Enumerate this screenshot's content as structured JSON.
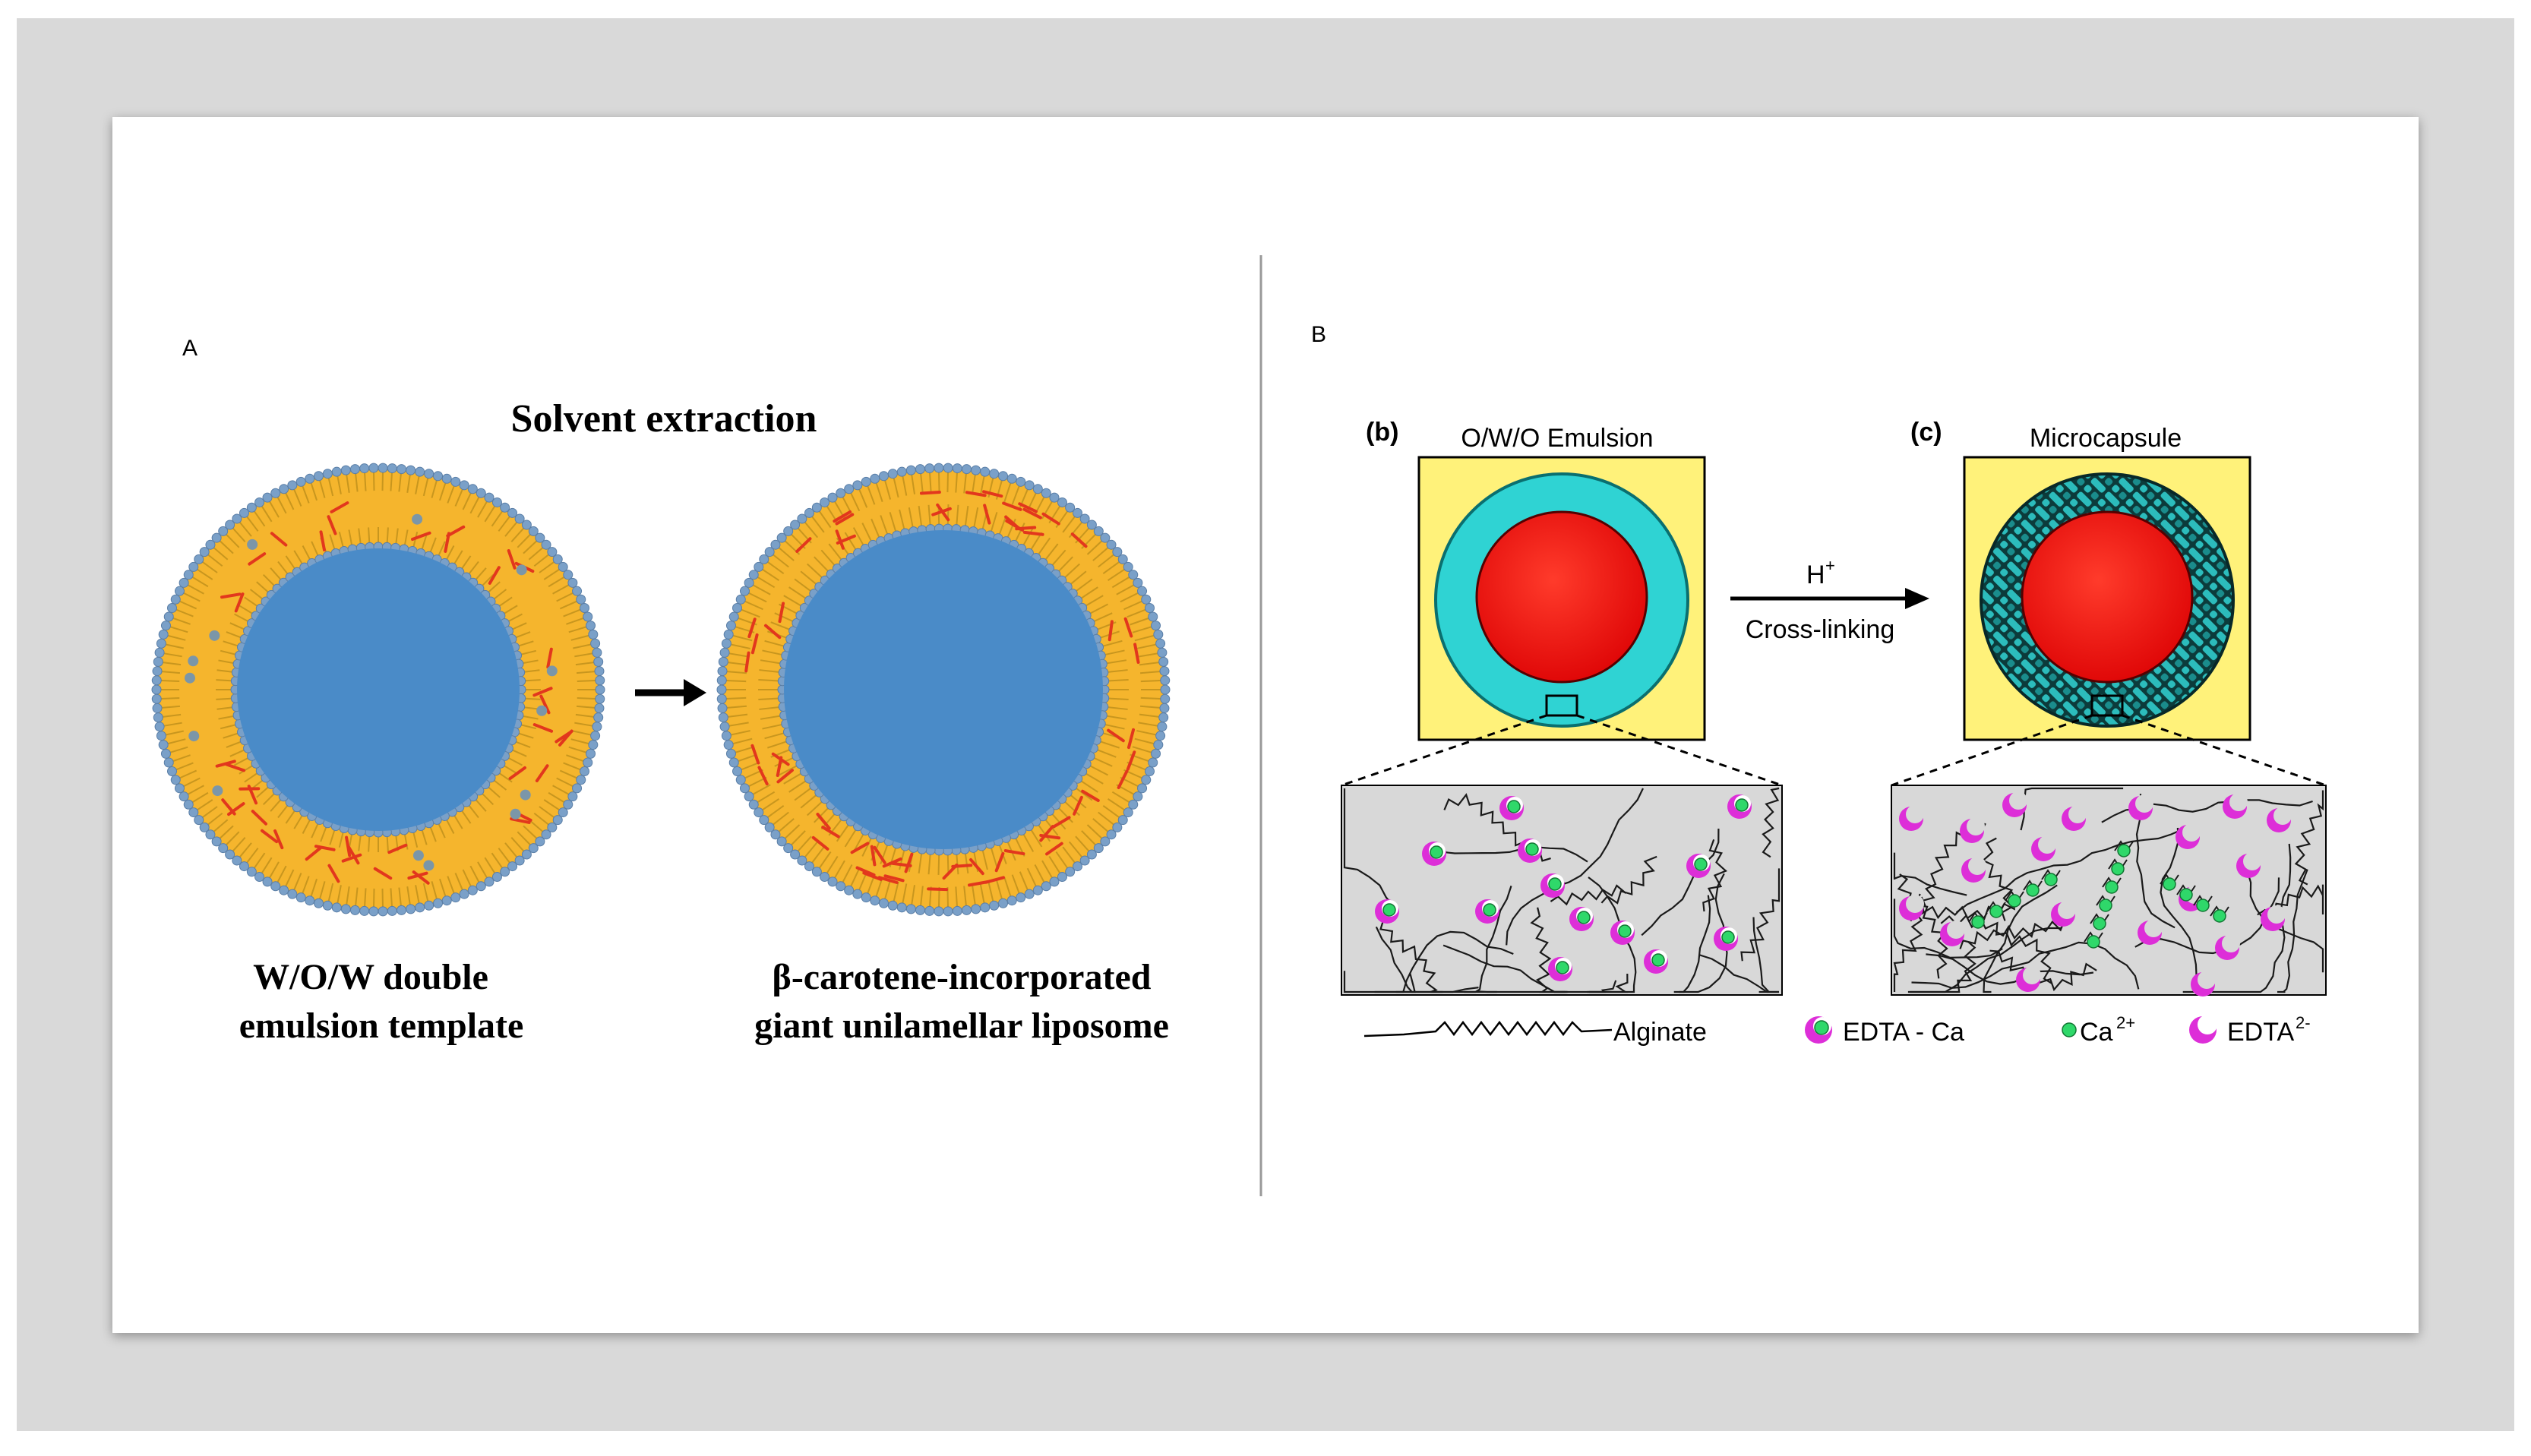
{
  "panel_a": {
    "letter": "A",
    "title": "Solvent extraction",
    "left_label": [
      "W/O/W double",
      "emulsion template"
    ],
    "right_label": [
      "β-carotene-incorporated",
      "giant unilamellar liposome"
    ]
  },
  "panel_b": {
    "letter": "B",
    "sub_b": "(b)",
    "title_b": "O/W/O Emulsion",
    "sub_c": "(c)",
    "title_c": "Microcapsule",
    "arrow_top": "H",
    "arrow_top_sup": "+",
    "arrow_bottom": "Cross-linking",
    "legend": {
      "alginate": "Alginate",
      "edta_ca": "EDTA - Ca",
      "ca": "Ca",
      "ca_sup": "2+",
      "edta": "EDTA",
      "edta_sup": "2-"
    }
  },
  "colors": {
    "frame": "#d9d9d9",
    "shell_yellow": "#f5b52d",
    "core_blue": "#4a8bc8",
    "lipid_head": "#7aa0c8",
    "beta_carotene": "#e2371d",
    "box_yellow": "#fff27a",
    "cyan": "#2fd3d3",
    "red_core": "#f20f0f",
    "gel_gray": "#d8d8d8",
    "magenta": "#dd2ed8",
    "calcium": "#2fd86a"
  }
}
